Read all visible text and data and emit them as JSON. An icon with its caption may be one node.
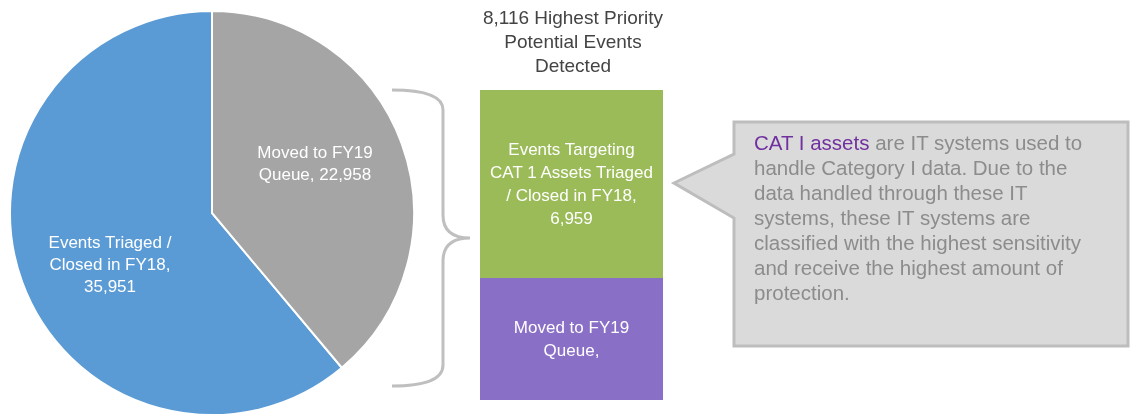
{
  "diagram": {
    "nodes": [
      {
        "text": [
          "Events Triaged / Closed in FY18, 35,951"
        ]
      },
      {
        "text": [
          "Moved to FY19 Queue, 22,958"
        ]
      },
      {
        "text": [
          "Events Targeting CAT 1 Assets Triaged / Closed in FY18, 6,959"
        ]
      },
      {
        "text": [
          "Moved to FY19 Queue,"
        ]
      },
      {
        "text": [
          "CAT I assets",
          "are IT systems used to handle Category I data. Due to the data handled through these IT systems, these IT systems are classified with the highest sensitivity and receive the highest amount of protection."
        ]
      }
    ],
    "edges": [],
    "labels": [
      "8,116 Highest Priority Potential Events Detected"
    ]
  }
}
